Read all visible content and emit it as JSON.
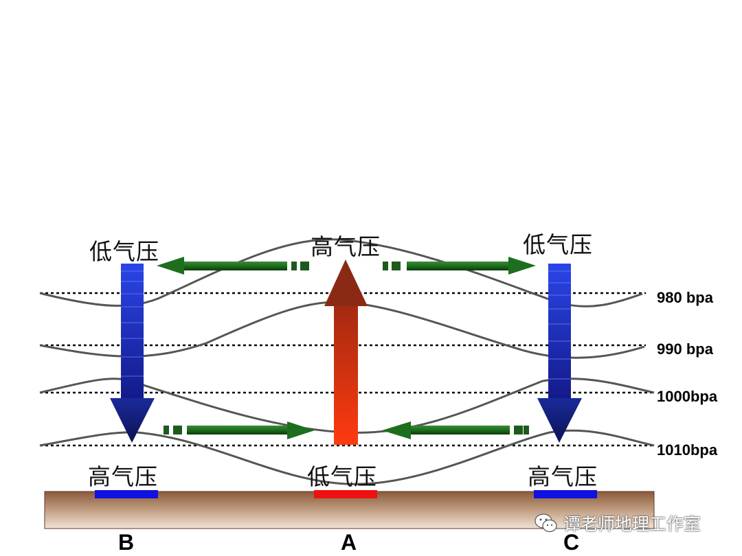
{
  "labels": {
    "upper_left": "低气压",
    "upper_center": "高气压",
    "upper_right": "低气压",
    "lower_left": "高气压",
    "lower_center": "低气压",
    "lower_right": "高气压"
  },
  "isobars": [
    "980 bpa",
    "990 bpa",
    "1000bpa",
    "1010bpa"
  ],
  "locations": [
    "B",
    "A",
    "C"
  ],
  "watermark": "谭老师地理工作室",
  "colors": {
    "ground": "#8a5a3a",
    "sinking_arrow": "#1a2aa8",
    "rising_arrow": "#e03a10",
    "horizontal_flow": "#1d6e1d",
    "high_pressure_bar": "#1010e0",
    "low_pressure_bar": "#ee1111",
    "isobar_curve": "#555555"
  }
}
